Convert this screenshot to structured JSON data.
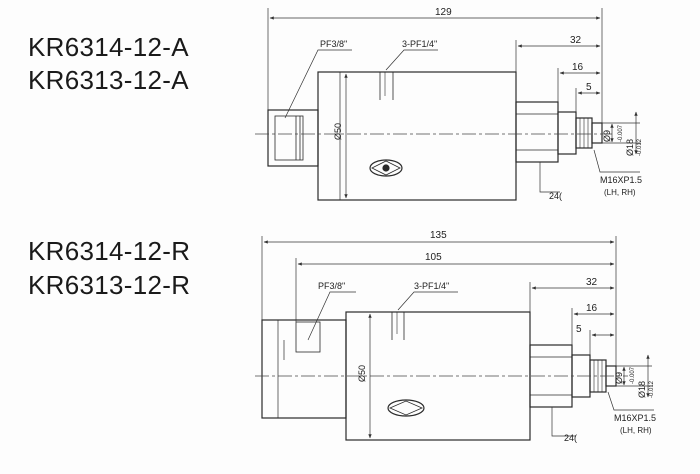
{
  "drawing_a": {
    "model_1": "KR6314-12-A",
    "model_2": "KR6313-12-A",
    "dim_overall": "129",
    "dim_32": "32",
    "dim_16": "16",
    "dim_5": "5",
    "port_pf38": "PF3/8\"",
    "port_pf14": "3-PF1/4\"",
    "dia_50": "Ø50",
    "dia_9": "Ø9",
    "tol_upper": "-0.007",
    "tol_lower": "-0.012",
    "dia_18": "Ø18",
    "hex_24": "24(",
    "thread": "M16XP1.5",
    "thread_dir": "(LH, RH)"
  },
  "drawing_r": {
    "model_1": "KR6314-12-R",
    "model_2": "KR6313-12-R",
    "dim_overall": "135",
    "dim_105": "105",
    "dim_32": "32",
    "dim_16": "16",
    "dim_5": "5",
    "port_pf38": "PF3/8\"",
    "port_pf14": "3-PF1/4\"",
    "dia_50": "Ø50",
    "dia_9": "Ø9",
    "tol_upper": "-0.007",
    "tol_lower": "-0.012",
    "dia_18": "Ø18",
    "hex_24": "24(",
    "thread": "M16XP1.5",
    "thread_dir": "(LH, RH)"
  }
}
